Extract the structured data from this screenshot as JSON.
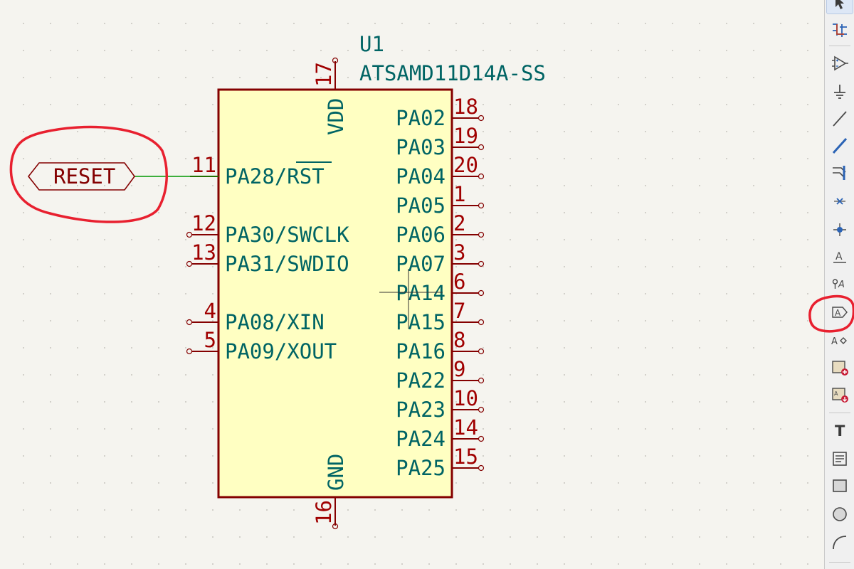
{
  "schematic": {
    "symbol": {
      "reference": "U1",
      "value": "ATSAMD11D14A-SS",
      "left_pins": [
        {
          "number": "11",
          "name": "PA28/RST"
        },
        {
          "number": "12",
          "name": "PA30/SWCLK"
        },
        {
          "number": "13",
          "name": "PA31/SWDIO"
        },
        {
          "number": "4",
          "name": "PA08/XIN"
        },
        {
          "number": "5",
          "name": "PA09/XOUT"
        }
      ],
      "right_pins": [
        {
          "number": "18",
          "name": "PA02"
        },
        {
          "number": "19",
          "name": "PA03"
        },
        {
          "number": "20",
          "name": "PA04"
        },
        {
          "number": "1",
          "name": "PA05"
        },
        {
          "number": "2",
          "name": "PA06"
        },
        {
          "number": "3",
          "name": "PA07"
        },
        {
          "number": "6",
          "name": "PA14"
        },
        {
          "number": "7",
          "name": "PA15"
        },
        {
          "number": "8",
          "name": "PA16"
        },
        {
          "number": "9",
          "name": "PA22"
        },
        {
          "number": "10",
          "name": "PA23"
        },
        {
          "number": "14",
          "name": "PA24"
        },
        {
          "number": "15",
          "name": "PA25"
        }
      ],
      "top_pin": {
        "number": "17",
        "name": "VDD"
      },
      "bottom_pin": {
        "number": "16",
        "name": "GND"
      }
    },
    "global_label": {
      "text": "RESET"
    },
    "colors": {
      "body_fill": "#ffffc2",
      "outline": "#840000",
      "pin_number": "#a00000",
      "pin_name": "#006464",
      "wire": "#009600",
      "annotation": "#e8202f"
    }
  },
  "toolbar": {
    "tools": [
      {
        "name": "select-tool",
        "icon": "pointer-icon"
      },
      {
        "name": "highlight-net-tool",
        "icon": "net-highlight-icon"
      },
      {
        "name": "add-symbol-tool",
        "icon": "amplifier-icon"
      },
      {
        "name": "add-power-tool",
        "icon": "ground-icon"
      },
      {
        "name": "add-wire-tool",
        "icon": "wire-icon"
      },
      {
        "name": "add-bus-tool",
        "icon": "bus-icon"
      },
      {
        "name": "add-bus-entry-tool",
        "icon": "bus-entry-icon"
      },
      {
        "name": "add-no-connect-tool",
        "icon": "no-connect-icon"
      },
      {
        "name": "add-junction-tool",
        "icon": "junction-icon"
      },
      {
        "name": "add-net-label-tool",
        "icon": "net-label-icon"
      },
      {
        "name": "add-netclass-directive-tool",
        "icon": "directive-label-icon"
      },
      {
        "name": "add-global-label-tool",
        "icon": "global-label-icon"
      },
      {
        "name": "add-hierarchical-label-tool",
        "icon": "hier-label-icon"
      },
      {
        "name": "add-sheet-tool",
        "icon": "sheet-icon"
      },
      {
        "name": "import-sheet-pin-tool",
        "icon": "sheet-pin-icon"
      },
      {
        "name": "add-text-tool",
        "icon": "text-icon"
      },
      {
        "name": "add-textbox-tool",
        "icon": "textbox-icon"
      },
      {
        "name": "add-rectangle-tool",
        "icon": "rectangle-icon"
      },
      {
        "name": "add-circle-tool",
        "icon": "circle-icon"
      },
      {
        "name": "add-arc-tool",
        "icon": "arc-icon"
      }
    ],
    "icon_glyphs": {
      "text": "T",
      "net_label": "A",
      "directive": "A",
      "global": "A",
      "hier": "A"
    }
  }
}
